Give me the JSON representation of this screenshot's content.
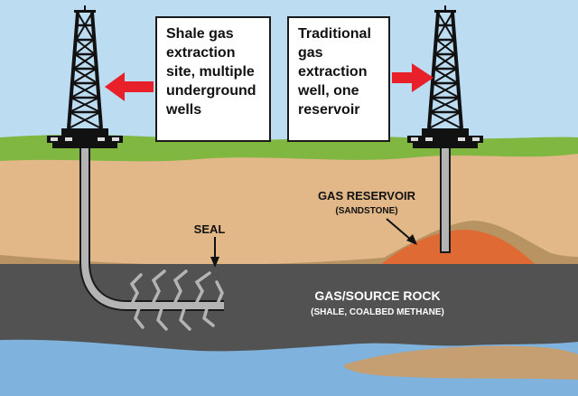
{
  "callouts": {
    "shale": "Shale gas\nextraction\nsite, multiple\nunderground\nwells",
    "traditional": "Traditional\ngas\nextraction\nwell, one\nreservoir"
  },
  "labels": {
    "seal": "SEAL",
    "gas_reservoir": "GAS RESERVOIR",
    "gas_reservoir_sub": "(SANDSTONE)",
    "source_rock": "GAS/SOURCE ROCK",
    "source_rock_sub": "(SHALE, COALBED METHANE)"
  },
  "colors": {
    "sky": "#bcdcf2",
    "surface_green": "#7fb741",
    "sandstone_tan": "#e2b889",
    "shale_dark": "#525252",
    "reservoir_orange": "#e06a33",
    "water_blue": "#7fb2dc",
    "arrow_red": "#e8202a",
    "well_gray": "#b4b4b4"
  }
}
